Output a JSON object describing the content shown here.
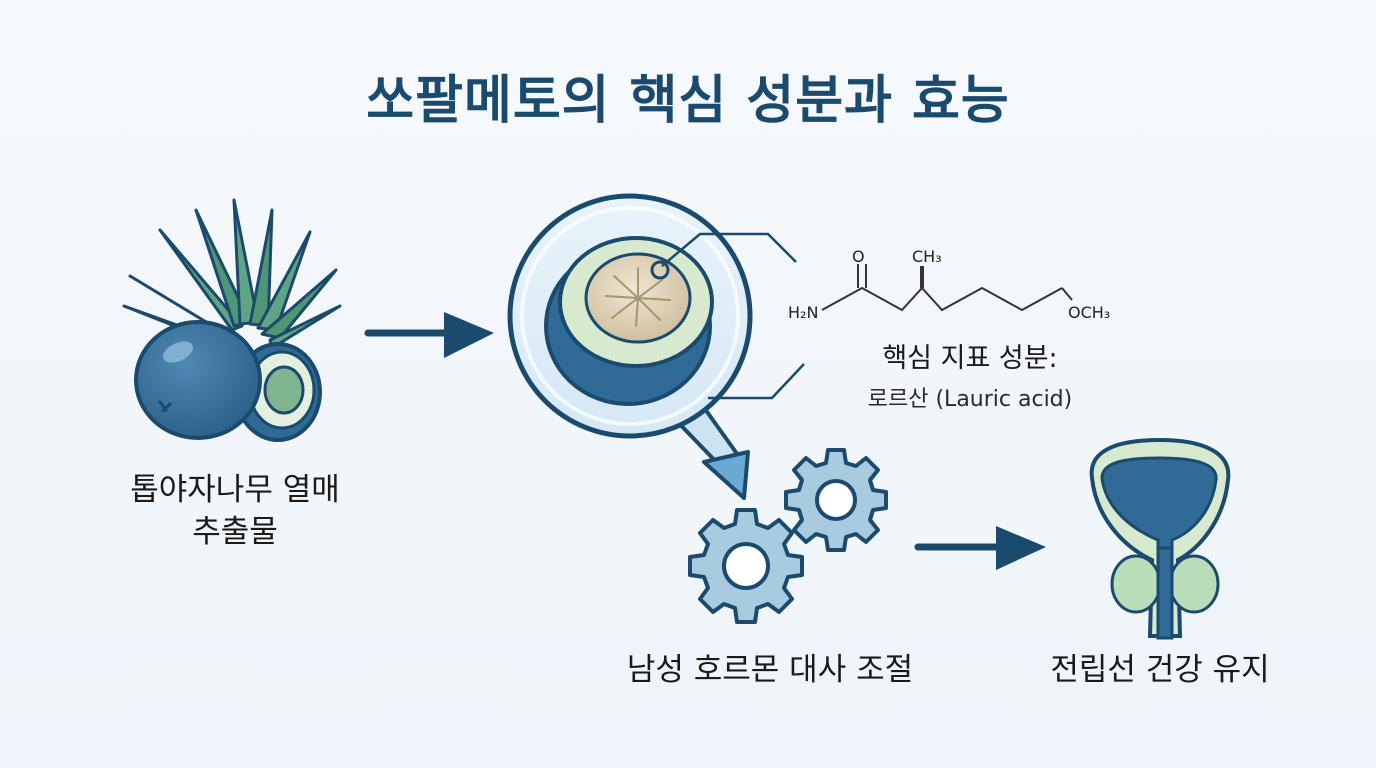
{
  "title": "쏘팔메토의 핵심 성분과 효능",
  "labels": {
    "source_line1": "톱야자나무 열매",
    "source_line2": "추출물",
    "marker_title": "핵심 지표 성분:",
    "marker_name": "로르산 (Lauric acid)",
    "hormone": "남성 호르몬 대사 조절",
    "prostate": "전립선 건강 유지"
  },
  "molecule": {
    "amine": "H₂N",
    "oxygen": "O",
    "methyl": "CH₃",
    "methoxy": "OCH₃"
  },
  "colors": {
    "navy": "#1b4a6f",
    "berry_blue": "#2f6b96",
    "leaf_green": "#3f8a6a",
    "light_green": "#cde4c8",
    "gear_blue": "#a9cbe0",
    "seed_beige": "#d8cbb0"
  }
}
